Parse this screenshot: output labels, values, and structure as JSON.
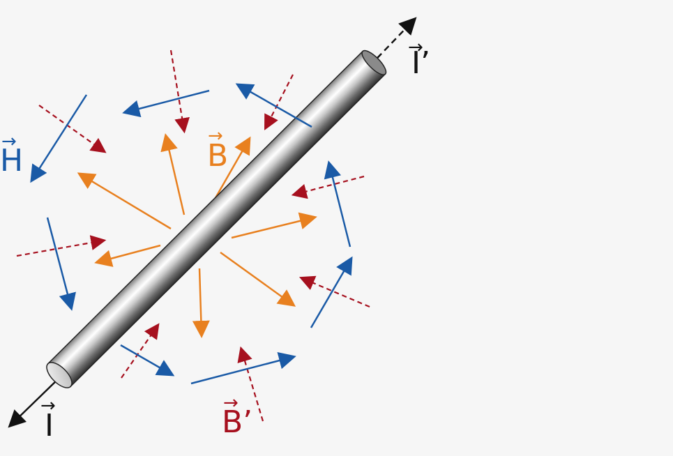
{
  "labels": {
    "current_in": "I",
    "current_out": "I’",
    "field_b": "B",
    "field_b_prime": "B’",
    "field_h": "H",
    "vector_arrow": "→"
  },
  "colors": {
    "background": "#f6f6f6",
    "current": "#111111",
    "b_field": "#e8801f",
    "b_prime_field": "#a6101e",
    "h_field": "#1a5aa6",
    "conductor_light": "#ffffff",
    "conductor_dark": "#3c3c3c"
  },
  "icons": [
    "arrowhead-icon"
  ]
}
